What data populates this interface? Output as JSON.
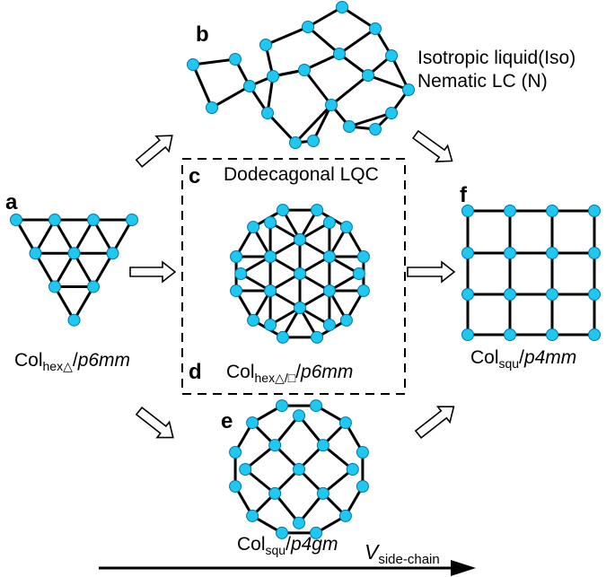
{
  "panels": {
    "a": {
      "letter": "a",
      "caption": {
        "base": "Col",
        "sub": "hex△",
        "sep": "/",
        "group": "p6mm"
      }
    },
    "b": {
      "letter": "b",
      "phase_1": "Isotropic liquid(Iso)",
      "phase_2": "Nematic LC (N)"
    },
    "c": {
      "letter": "c",
      "title": "Dodecagonal LQC"
    },
    "d": {
      "letter": "d",
      "caption": {
        "base": "Col",
        "sub": "hex△/□",
        "sep": "/",
        "group": "p6mm"
      }
    },
    "e": {
      "letter": "e",
      "caption": {
        "base": "Col",
        "sub": "squ",
        "sep": "/",
        "group": "p4gm"
      }
    },
    "f": {
      "letter": "f",
      "caption": {
        "base": "Col",
        "sub": "squ",
        "sep": "/",
        "group": "p4mm"
      }
    }
  },
  "axis": {
    "symbol": "V",
    "sub": "side-chain"
  },
  "colors": {
    "node_fill": "#1EC8F0",
    "node_stroke": "#0077A8",
    "line": "#000000",
    "arrow_fill": "#ffffff"
  }
}
